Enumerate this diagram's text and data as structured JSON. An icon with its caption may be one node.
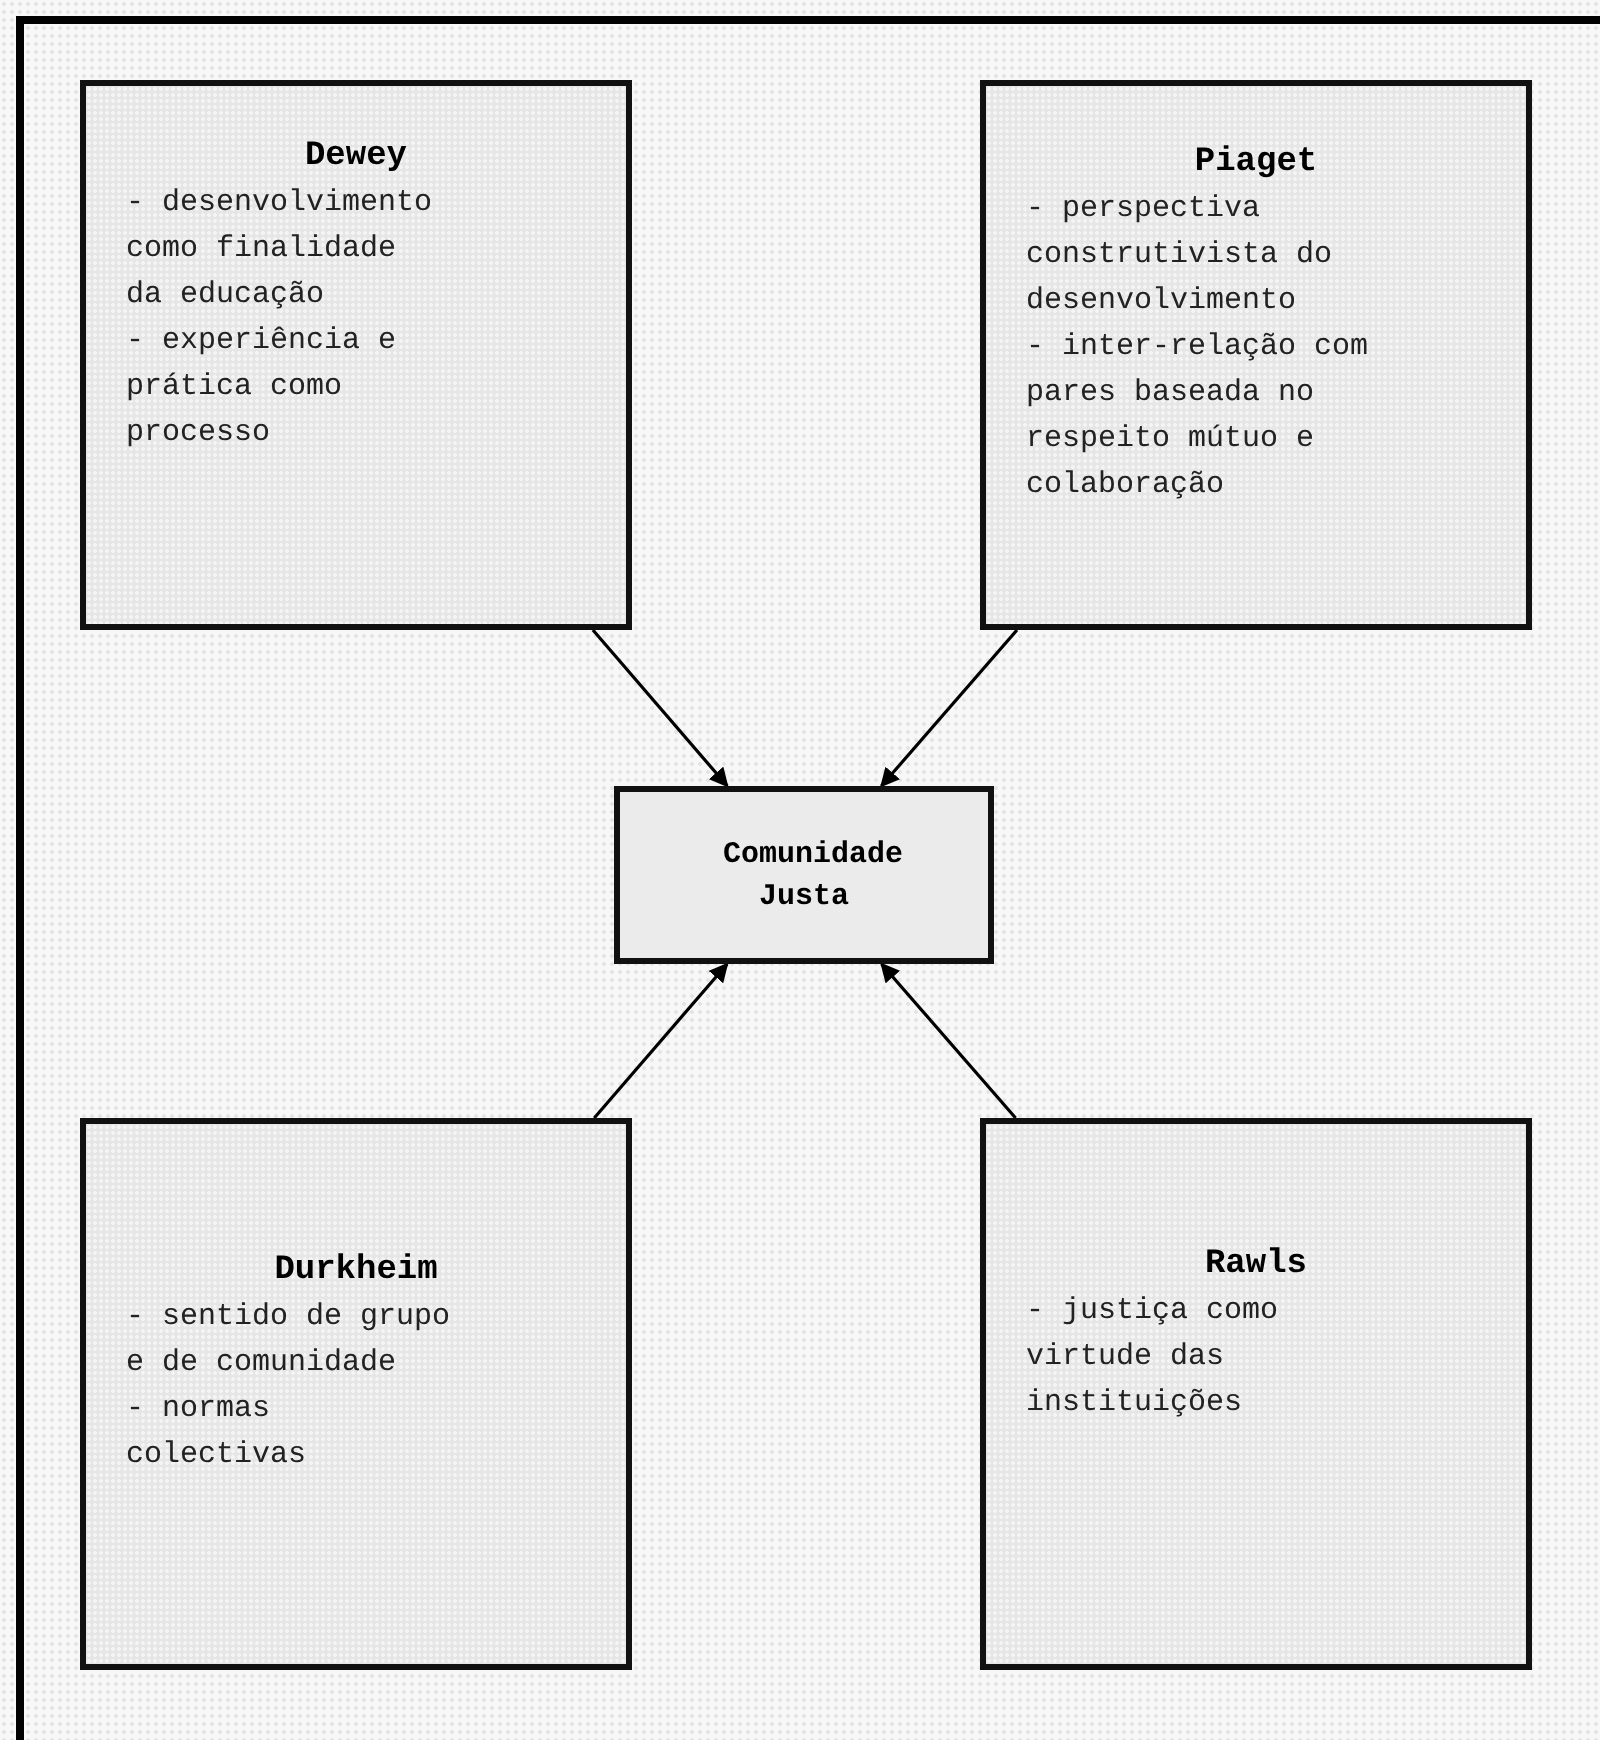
{
  "diagram": {
    "nodes": [
      {
        "text": [
          "Dewey",
          "- desenvolvimento como finalidade da educação",
          "- experiência e prática como processo"
        ]
      },
      {
        "text": [
          "Piaget",
          "- perspectiva construtivista do desenvolvimento",
          "- inter-relação com pares baseada no respeito mútuo e colaboração"
        ]
      },
      {
        "text": [
          "Comunidade Justa"
        ]
      },
      {
        "text": [
          "Durkheim",
          "- sentido de grupo e de comunidade",
          "- normas colectivas"
        ]
      },
      {
        "text": [
          "Rawls",
          "- justiça como virtude das instituições"
        ]
      }
    ],
    "edges": [
      {
        "from": 0,
        "to": 2,
        "arrow": "to"
      },
      {
        "from": 1,
        "to": 2,
        "arrow": "to"
      },
      {
        "from": 3,
        "to": 2,
        "arrow": "to"
      },
      {
        "from": 4,
        "to": 2,
        "arrow": "to"
      }
    ]
  }
}
